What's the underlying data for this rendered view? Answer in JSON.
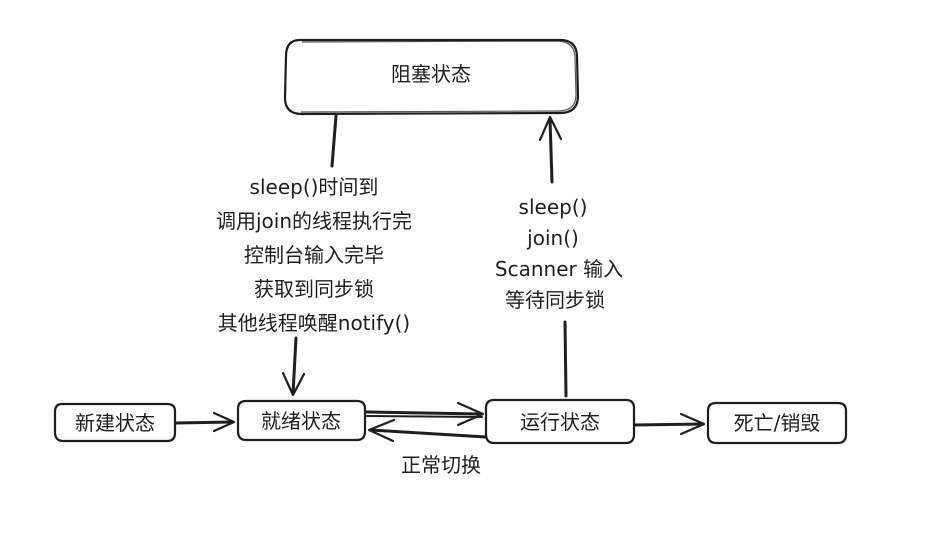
{
  "nodes": {
    "blocked": "阻塞状态",
    "new": "新建状态",
    "ready": "就绪状态",
    "running": "运行状态",
    "dead": "死亡/销毁"
  },
  "edges": {
    "blocked_to_ready": [
      "sleep()时间到",
      "调用join的线程执行完",
      "控制台输入完毕",
      "获取到同步锁",
      "其他线程唤醒notify()"
    ],
    "running_to_blocked": [
      "sleep()",
      "join()",
      "Scanner 输入",
      "等待同步锁"
    ],
    "running_to_ready": "正常切换"
  }
}
